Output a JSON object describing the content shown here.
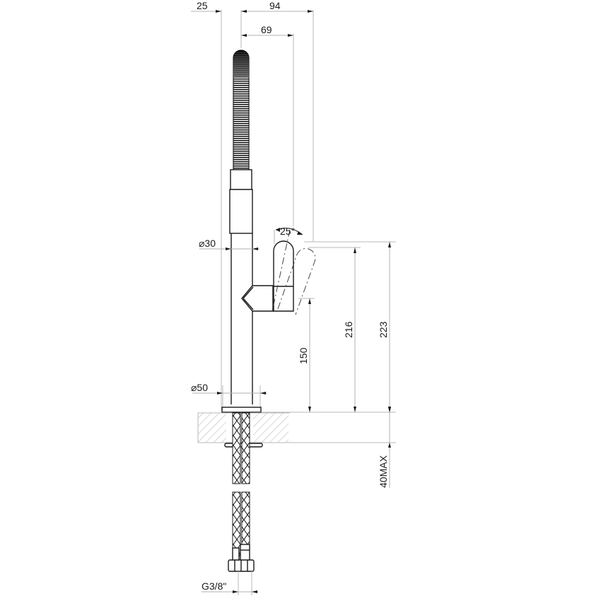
{
  "drawing": {
    "title": "Faucet technical dimension drawing (side elevation)",
    "units": "mm",
    "colors": {
      "line": "#1a1a1a",
      "dimension_line": "#b0b0b0",
      "hatch": "#9a9a9a",
      "background": "#ffffff"
    },
    "dimensions": {
      "top_offset": "25",
      "overall_reach": "94",
      "spout_reach": "69",
      "lever_angle": "25°",
      "body_diameter": "⌀30",
      "base_diameter": "⌀50",
      "lever_height": "150",
      "lever_top_height": "216",
      "overall_height": "223",
      "deck_thickness": "40MAX",
      "connection_thread": "G3/8\""
    }
  }
}
